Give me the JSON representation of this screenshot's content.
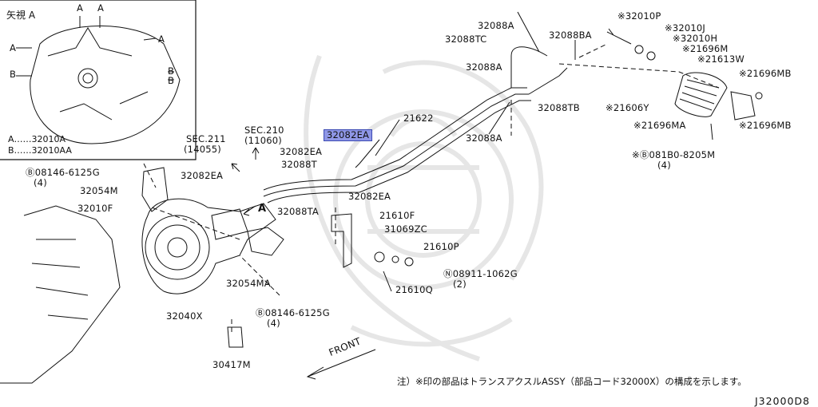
{
  "diagram": {
    "view_title": "矢視 A",
    "legend": [
      {
        "key": "A",
        "part": "32010A"
      },
      {
        "key": "B",
        "part": "32010AA"
      }
    ],
    "inset_labels": [
      "A",
      "A",
      "A",
      "A",
      "B",
      "B",
      "B"
    ],
    "labels": {
      "p32088A_1": "32088A",
      "p32088TC": "32088TC",
      "p32088BA": "32088BA",
      "p32088A_2": "32088A",
      "p32010P": "※32010P",
      "p32010J": "※32010J",
      "p32010H": "※32010H",
      "p21696M": "※21696M",
      "p21613W": "※21613W",
      "p21696MB_1": "※21696MB",
      "p21606Y": "※21606Y",
      "p32088TB": "32088TB",
      "p21696MA": "※21696MA",
      "p21696MB_2": "※21696MB",
      "p081B0": "※Ⓑ081B0-8205M",
      "p081B0_qty": "(4)",
      "p21622": "21622",
      "p32088A_3": "32088A",
      "p32082EA_hl": "32082EA",
      "sec211": "SEC.211",
      "sec211_ref": "(14055)",
      "sec210": "SEC.210",
      "sec210_ref": "(11060)",
      "p32082EA_1": "32082EA",
      "p32088T": "32088T",
      "p32082EA_2": "32082EA",
      "p32082EA_3": "32082EA",
      "p08146_1": "Ⓑ08146-6125G",
      "p08146_1_qty": "(4)",
      "p32054M": "32054M",
      "p32010F": "32010F",
      "arrow_A": "A",
      "p32088TA": "32088TA",
      "p21610F": "21610F",
      "p31069ZC": "31069ZC",
      "p21610P": "21610P",
      "p08911": "Ⓝ08911-1062G",
      "p08911_qty": "(2)",
      "p21610Q": "21610Q",
      "p32054MA": "32054MA",
      "p32040X": "32040X",
      "p08146_2": "Ⓑ08146-6125G",
      "p08146_2_qty": "(4)",
      "p30417M": "30417M",
      "front": "FRONT"
    },
    "note": "注）※印の部品はトランスアクスルASSY（部品コード32000X）の構成を示します。",
    "diagram_code": "J32000D8",
    "highlight_color": "#8f97e6"
  }
}
